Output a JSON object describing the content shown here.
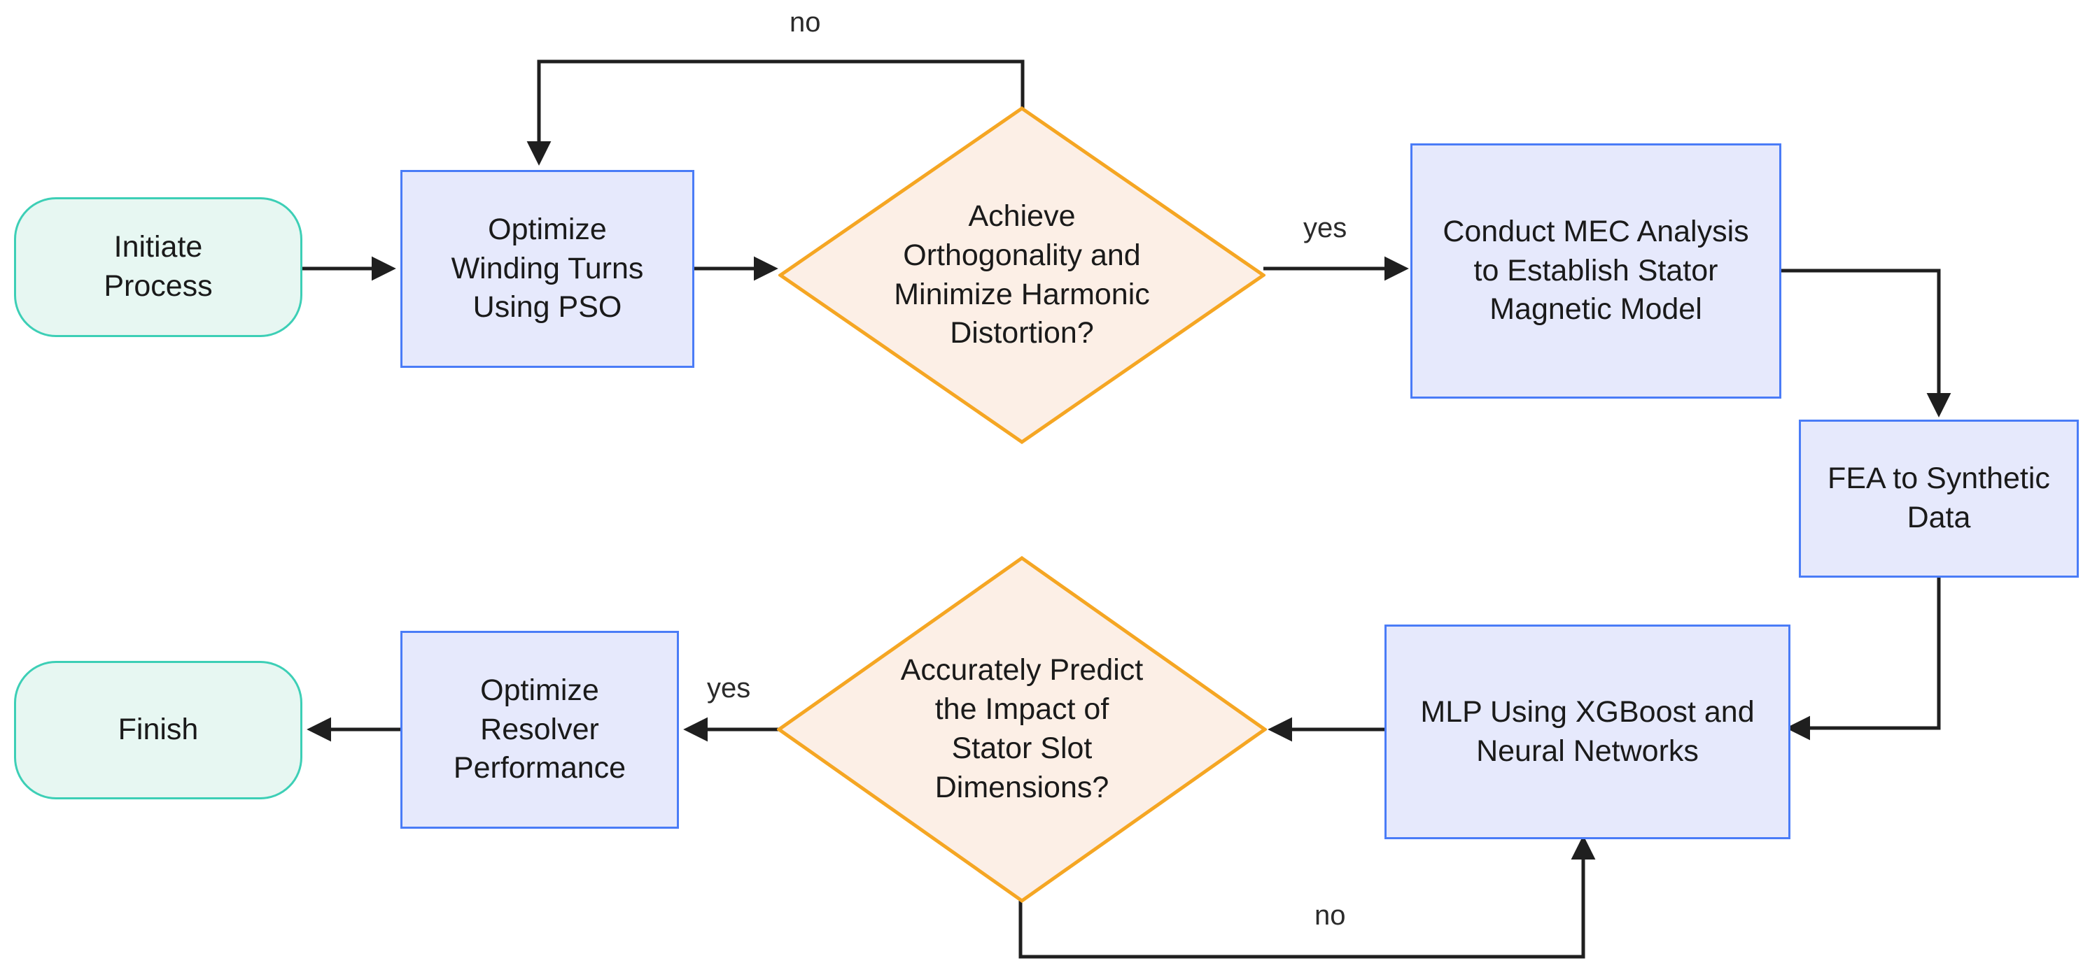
{
  "diagram": {
    "type": "flowchart",
    "title": "",
    "background_color": "#ffffff",
    "palette": {
      "process_fill": "#e6e9fc",
      "process_stroke": "#4a7cf7",
      "terminal_fill": "#e7f7f2",
      "terminal_stroke": "#3dcfb6",
      "decision_fill": "#fcefe6",
      "decision_stroke": "#f5a623",
      "edge_color": "#1f1f1f",
      "text_color": "#1a1a1a"
    },
    "nodes": [
      {
        "id": "start",
        "shape": "terminal",
        "label": "Initiate\nProcess"
      },
      {
        "id": "pso",
        "shape": "process",
        "label": "Optimize\nWinding Turns\nUsing PSO"
      },
      {
        "id": "decision1",
        "shape": "decision",
        "label": "Achieve\nOrthogonality and\nMinimize Harmonic\nDistortion?"
      },
      {
        "id": "mec",
        "shape": "process",
        "label": "Conduct MEC Analysis\nto Establish Stator\nMagnetic Model"
      },
      {
        "id": "fea",
        "shape": "process",
        "label": "FEA to Synthetic\nData"
      },
      {
        "id": "mlp",
        "shape": "process",
        "label": "MLP Using XGBoost and\nNeural Networks"
      },
      {
        "id": "decision2",
        "shape": "decision",
        "label": "Accurately Predict\nthe Impact of\nStator Slot\nDimensions?"
      },
      {
        "id": "resolver",
        "shape": "process",
        "label": "Optimize\nResolver\nPerformance"
      },
      {
        "id": "finish",
        "shape": "terminal",
        "label": "Finish"
      }
    ],
    "edges": [
      {
        "from": "start",
        "to": "pso",
        "label": ""
      },
      {
        "from": "pso",
        "to": "decision1",
        "label": ""
      },
      {
        "from": "decision1",
        "to": "mec",
        "label": "yes"
      },
      {
        "from": "decision1",
        "to": "pso",
        "label": "no"
      },
      {
        "from": "mec",
        "to": "fea",
        "label": ""
      },
      {
        "from": "fea",
        "to": "mlp",
        "label": ""
      },
      {
        "from": "mlp",
        "to": "decision2",
        "label": ""
      },
      {
        "from": "decision2",
        "to": "resolver",
        "label": "yes"
      },
      {
        "from": "decision2",
        "to": "mlp",
        "label": "no"
      },
      {
        "from": "resolver",
        "to": "finish",
        "label": ""
      }
    ],
    "edge_labels": {
      "no_top": "no",
      "yes_top": "yes",
      "yes_bottom": "yes",
      "no_bottom": "no"
    }
  }
}
